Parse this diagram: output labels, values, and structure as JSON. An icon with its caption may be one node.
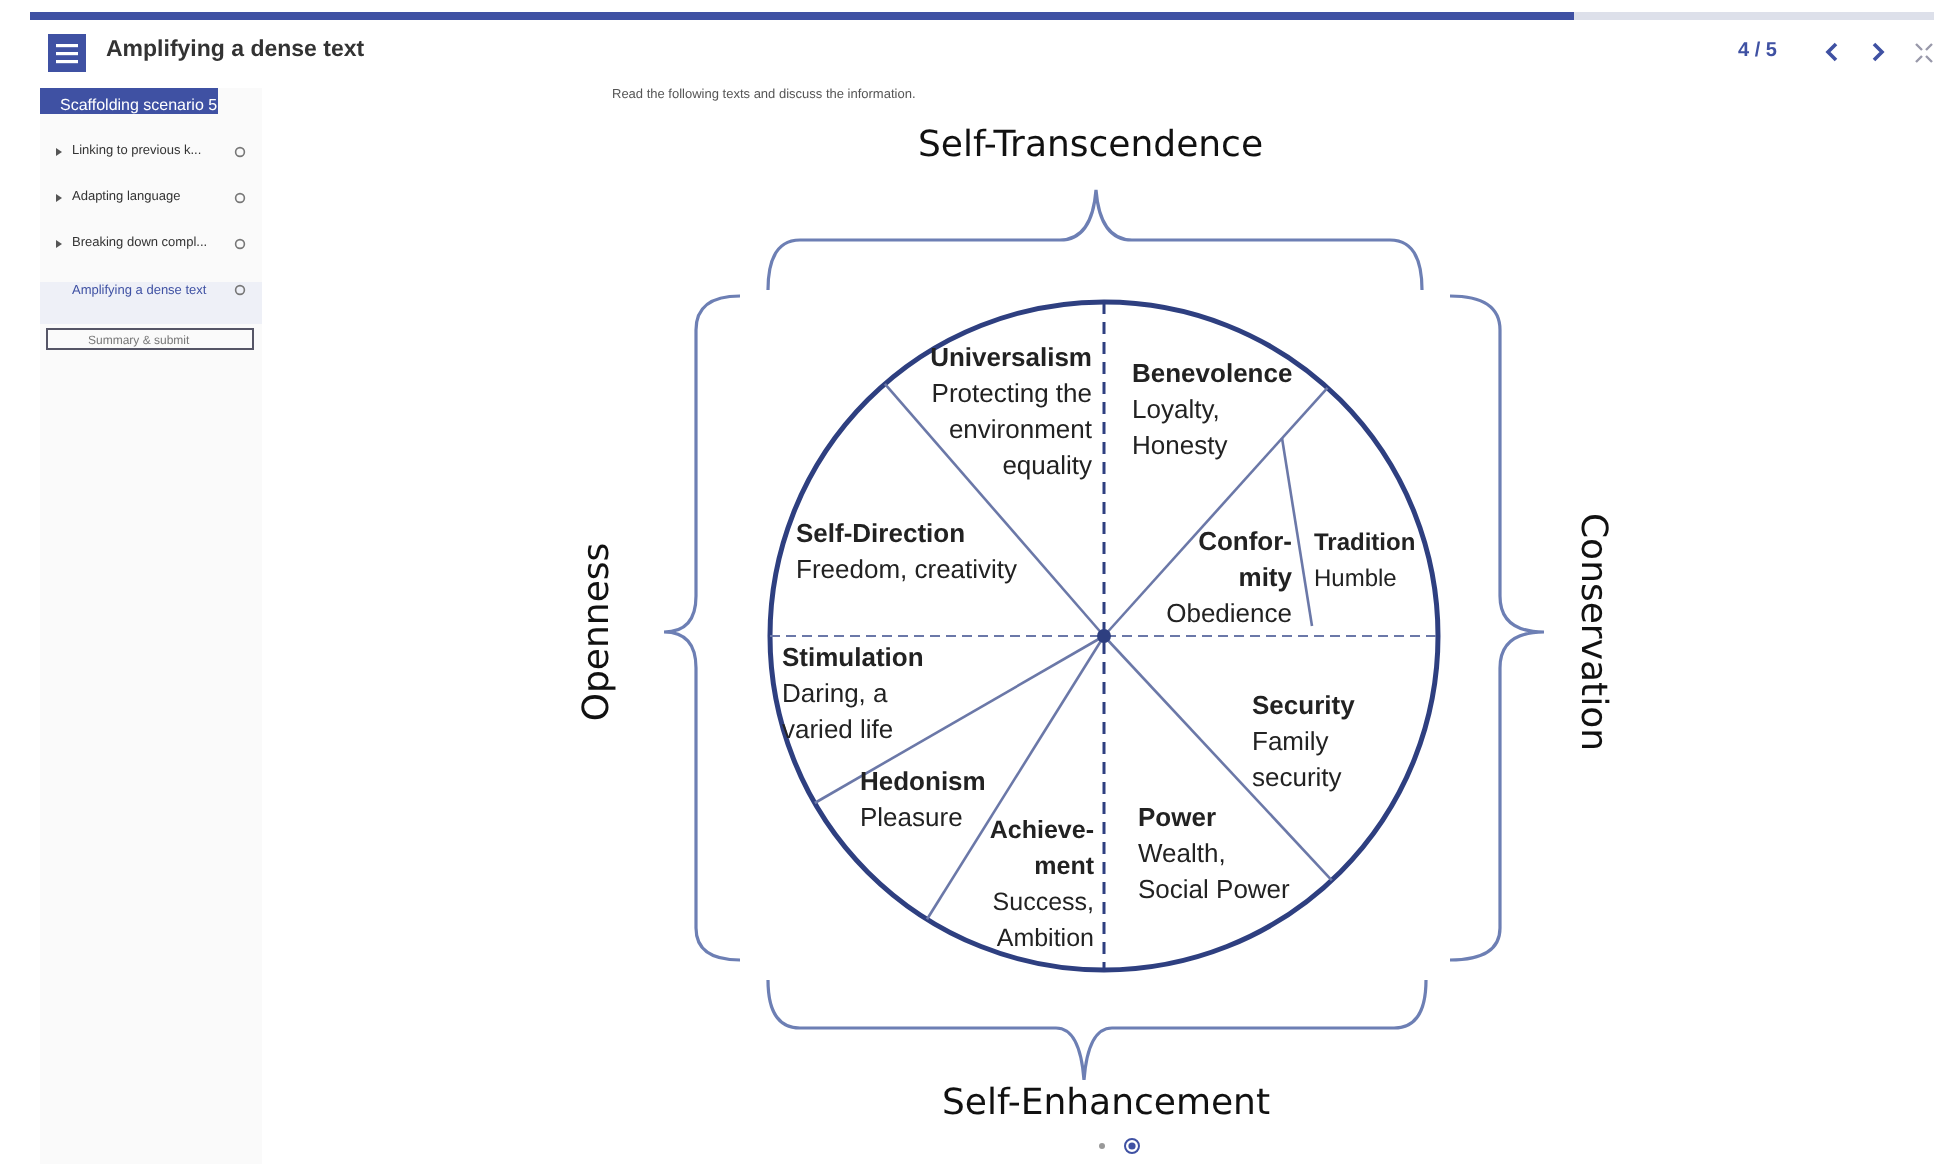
{
  "diagram": {
    "nodes": [
      {
        "text": [
          "Universalism",
          "Protecting the environment equality"
        ]
      },
      {
        "text": [
          "Benevolence",
          "Loyalty, Honesty"
        ]
      },
      {
        "text": [
          "Self-Direction",
          "Freedom, creativity"
        ]
      },
      {
        "text": [
          "Confor- mity",
          "Obedience"
        ]
      },
      {
        "text": [
          "Tradition",
          "Humble"
        ]
      },
      {
        "text": [
          "Stimulation",
          "Daring, a varied life"
        ]
      },
      {
        "text": [
          "Security",
          "Family security"
        ]
      },
      {
        "text": [
          "Hedonism",
          "Pleasure"
        ]
      },
      {
        "text": [
          "Achieve- ment",
          "Success, Ambition"
        ]
      },
      {
        "text": [
          "Power",
          "Wealth, Social Power"
        ]
      }
    ],
    "labels": [
      "Amplifying a dense text",
      "4 / 5",
      "Scaffolding scenario 5",
      "Linking to previous k...",
      "Adapting language",
      "Breaking down compl...",
      "Amplifying a dense text",
      "Summary & submit",
      "Read the following texts and discuss the information.",
      "Self-Transcendence",
      "Openness",
      "Conservation",
      "Self-Enhancement"
    ]
  }
}
